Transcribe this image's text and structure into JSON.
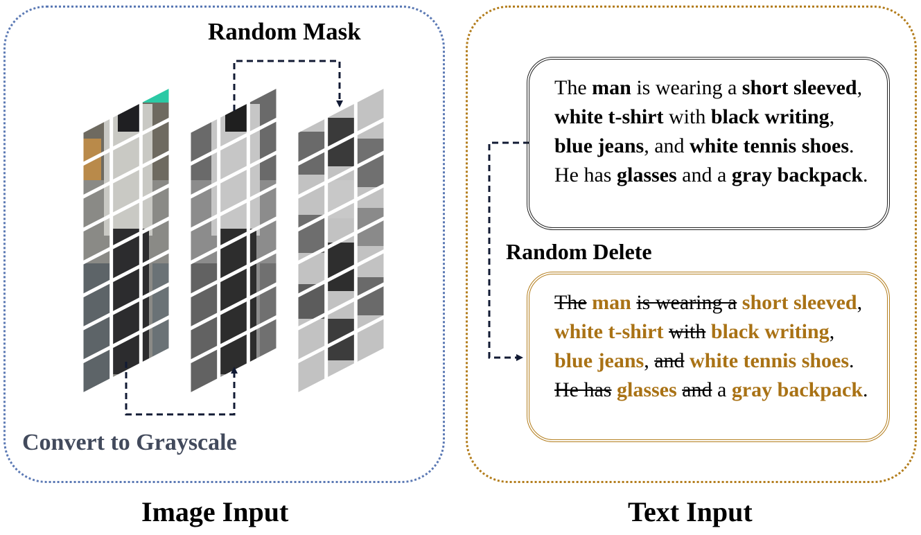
{
  "captions": {
    "image_input": "Image Input",
    "text_input": "Text Input"
  },
  "operations": {
    "random_mask": "Random Mask",
    "convert_grayscale": "Convert to Grayscale",
    "random_delete": "Random Delete"
  },
  "original_text": [
    {
      "t": "The ",
      "bold": false
    },
    {
      "t": "man",
      "bold": true
    },
    {
      "t": " is wearing a ",
      "bold": false
    },
    {
      "t": "short sleeved",
      "bold": true
    },
    {
      "t": ", ",
      "bold": false
    },
    {
      "t": "white t-shirt",
      "bold": true
    },
    {
      "t": " with ",
      "bold": false
    },
    {
      "t": "black writing",
      "bold": true
    },
    {
      "t": ", ",
      "bold": false
    },
    {
      "t": "blue jeans",
      "bold": true
    },
    {
      "t": ", and ",
      "bold": false
    },
    {
      "t": "white tennis shoes",
      "bold": true
    },
    {
      "t": ". He has ",
      "bold": false
    },
    {
      "t": "glasses",
      "bold": true
    },
    {
      "t": " and a ",
      "bold": false
    },
    {
      "t": "gray backpack",
      "bold": true
    },
    {
      "t": ".",
      "bold": false
    }
  ],
  "augmented_text": [
    {
      "t": "The",
      "style": "deleted"
    },
    {
      "t": " ",
      "style": "plain"
    },
    {
      "t": "man",
      "style": "keyword"
    },
    {
      "t": " ",
      "style": "plain"
    },
    {
      "t": "is wearing a",
      "style": "deleted"
    },
    {
      "t": " ",
      "style": "plain"
    },
    {
      "t": "short sleeved",
      "style": "keyword"
    },
    {
      "t": ", ",
      "style": "plain"
    },
    {
      "t": "white t-shirt",
      "style": "keyword"
    },
    {
      "t": " ",
      "style": "plain"
    },
    {
      "t": "with",
      "style": "deleted"
    },
    {
      "t": " ",
      "style": "plain"
    },
    {
      "t": "black writing",
      "style": "keyword"
    },
    {
      "t": ", ",
      "style": "plain"
    },
    {
      "t": "blue jeans",
      "style": "keyword"
    },
    {
      "t": ", ",
      "style": "plain"
    },
    {
      "t": "and",
      "style": "deleted"
    },
    {
      "t": " ",
      "style": "plain"
    },
    {
      "t": "white tennis shoes",
      "style": "keyword"
    },
    {
      "t": ". ",
      "style": "plain"
    },
    {
      "t": "He has",
      "style": "deleted"
    },
    {
      "t": " ",
      "style": "plain"
    },
    {
      "t": "glasses",
      "style": "keyword"
    },
    {
      "t": " ",
      "style": "plain"
    },
    {
      "t": "and",
      "style": "deleted"
    },
    {
      "t": " a ",
      "style": "plain"
    },
    {
      "t": "gray backpack",
      "style": "keyword"
    },
    {
      "t": ".",
      "style": "plain"
    }
  ],
  "colors": {
    "image_panel_border": "#5b79b4",
    "text_panel_border": "#b37d1c",
    "keyword": "#a97215",
    "grayscale_label": "#424a5c"
  }
}
